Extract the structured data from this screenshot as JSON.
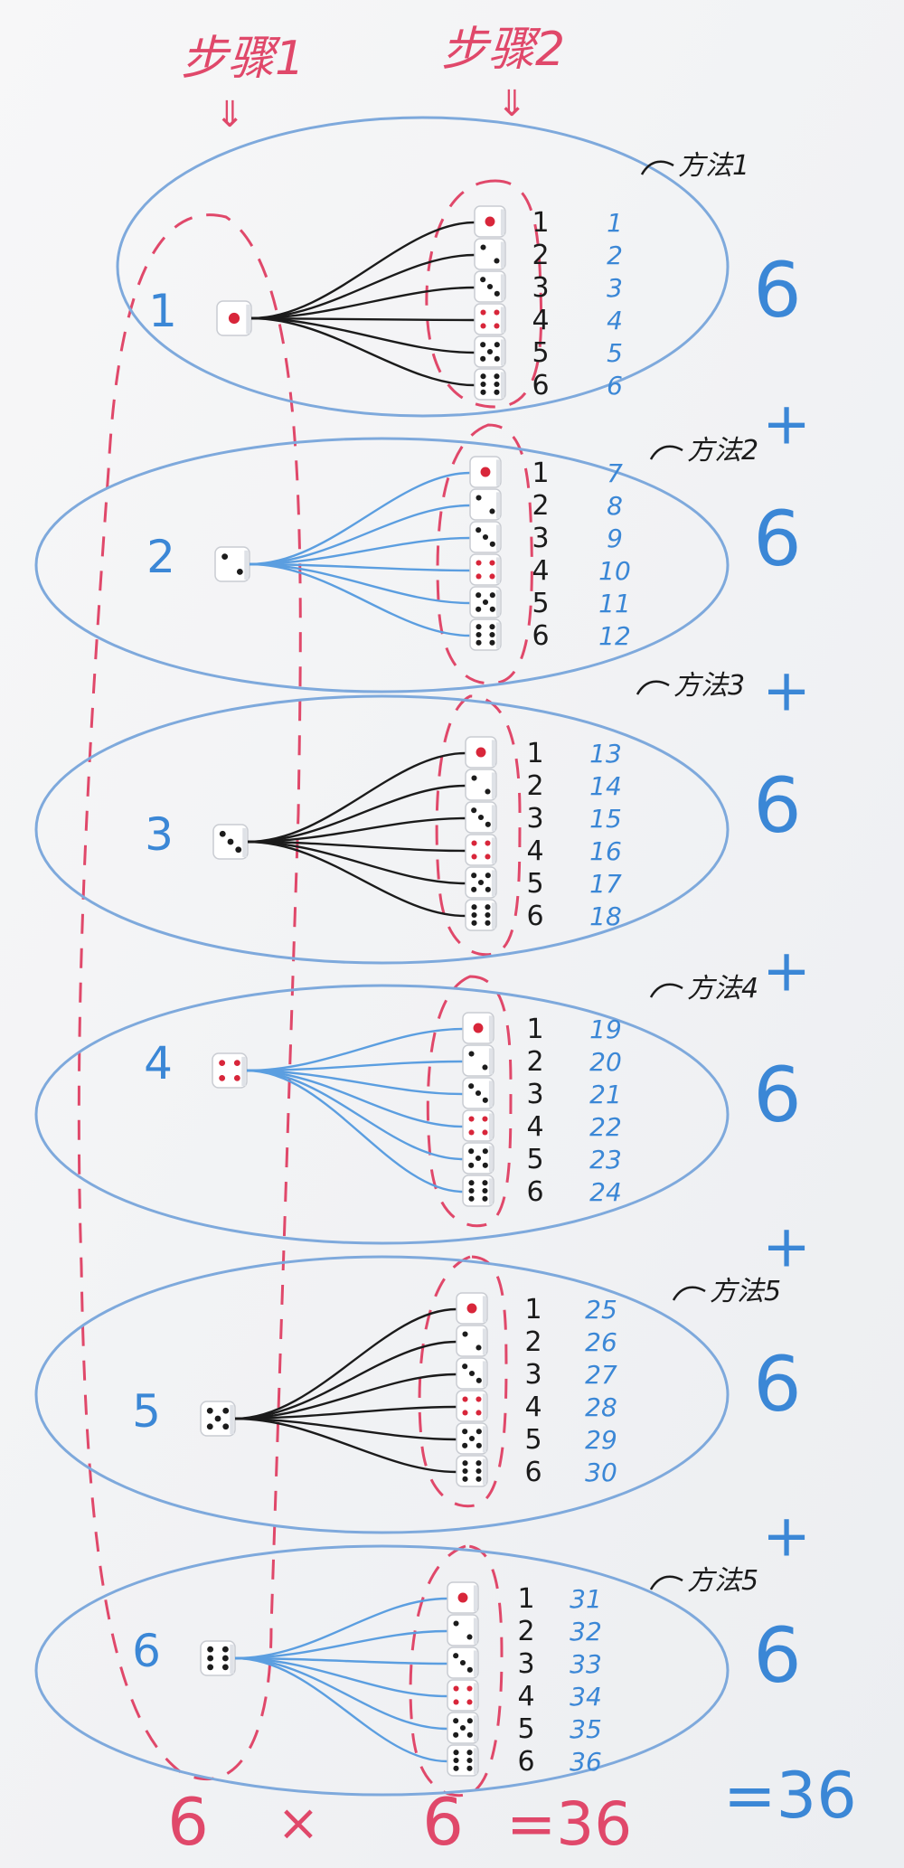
{
  "header": {
    "step1_label": "步骤1",
    "step2_label": "步骤2",
    "arrow_glyph": "⇓"
  },
  "colors": {
    "pink": "#e0486a",
    "blue": "#3b87d6",
    "black": "#1b1b1b",
    "ellipse": "#7ea9dc",
    "lines_blue": "#5b9ee0"
  },
  "groups": [
    {
      "first_die": "1",
      "method_label": "方法1",
      "count": "6",
      "line_color": "black",
      "ordinals": [
        "1",
        "2",
        "3",
        "4",
        "5",
        "6"
      ],
      "totals": [
        "1",
        "2",
        "3",
        "4",
        "5",
        "6"
      ]
    },
    {
      "first_die": "2",
      "method_label": "方法2",
      "count": "6",
      "line_color": "blue",
      "ordinals": [
        "1",
        "2",
        "3",
        "4",
        "5",
        "6"
      ],
      "totals": [
        "7",
        "8",
        "9",
        "10",
        "11",
        "12"
      ]
    },
    {
      "first_die": "3",
      "method_label": "方法3",
      "count": "6",
      "line_color": "black",
      "ordinals": [
        "1",
        "2",
        "3",
        "4",
        "5",
        "6"
      ],
      "totals": [
        "13",
        "14",
        "15",
        "16",
        "17",
        "18"
      ]
    },
    {
      "first_die": "4",
      "method_label": "方法4",
      "count": "6",
      "line_color": "blue",
      "ordinals": [
        "1",
        "2",
        "3",
        "4",
        "5",
        "6"
      ],
      "totals": [
        "19",
        "20",
        "21",
        "22",
        "23",
        "24"
      ]
    },
    {
      "first_die": "5",
      "method_label": "方法5",
      "count": "6",
      "line_color": "black",
      "ordinals": [
        "1",
        "2",
        "3",
        "4",
        "5",
        "6"
      ],
      "totals": [
        "25",
        "26",
        "27",
        "28",
        "29",
        "30"
      ]
    },
    {
      "first_die": "6",
      "method_label": "方法5",
      "count": "6",
      "line_color": "blue",
      "ordinals": [
        "1",
        "2",
        "3",
        "4",
        "5",
        "6"
      ],
      "totals": [
        "31",
        "32",
        "33",
        "34",
        "35",
        "36"
      ]
    }
  ],
  "plus_sign": "+",
  "sum_result": "=36",
  "footer": {
    "left": "6",
    "times": "×",
    "right": "6",
    "equals": "=36"
  }
}
